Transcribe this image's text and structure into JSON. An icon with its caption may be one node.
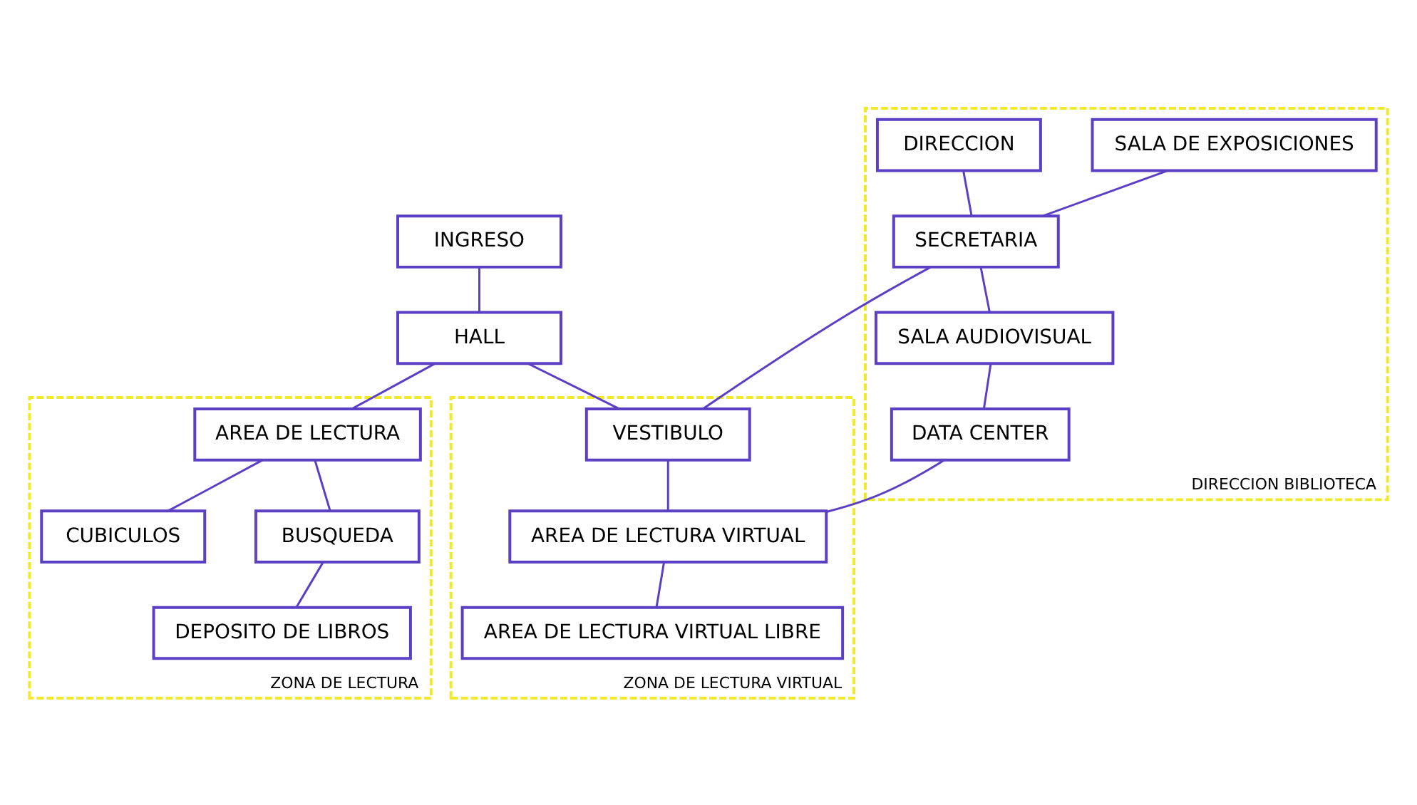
{
  "diagram": {
    "nodes": [
      {
        "text": [
          "INGRESO"
        ]
      },
      {
        "text": [
          "HALL"
        ]
      },
      {
        "text": [
          "DIRECCION BIBLIOTECA"
        ]
      },
      {
        "text": [
          "SALA DE EXPOSICIONES"
        ],
        "in": 2
      },
      {
        "text": [
          "DIRECCION"
        ],
        "in": 2
      },
      {
        "text": [
          "SECRETARIA"
        ],
        "in": 2
      },
      {
        "text": [
          "SALA AUDIOVISUAL"
        ],
        "in": 2
      },
      {
        "text": [
          "DATA CENTER"
        ],
        "in": 2
      },
      {
        "text": [
          "ZONA DE LECTURA VIRTUAL"
        ]
      },
      {
        "text": [
          "VESTIBULO"
        ],
        "in": 8
      },
      {
        "text": [
          "AREA DE LECTURA VIRTUAL"
        ],
        "in": 8
      },
      {
        "text": [
          "AREA DE LECTURA VIRTUAL LIBRE"
        ],
        "in": 8
      },
      {
        "text": [
          "ZONA DE LECTURA"
        ]
      },
      {
        "text": [
          "AREA DE LECTURA"
        ],
        "in": 12
      },
      {
        "text": [
          "CUBICULOS"
        ],
        "in": 12
      },
      {
        "text": [
          "BUSQUEDA"
        ],
        "in": 12
      },
      {
        "text": [
          "DEPOSITO DE LIBROS"
        ],
        "in": 12
      }
    ],
    "edges": [
      {
        "from": 0,
        "to": 1,
        "arrow": "none"
      },
      {
        "from": 1,
        "to": 13,
        "arrow": "none"
      },
      {
        "from": 13,
        "to": 14,
        "arrow": "none"
      },
      {
        "from": 1,
        "to": 9,
        "arrow": "none"
      },
      {
        "from": 13,
        "to": 15,
        "arrow": "none"
      },
      {
        "from": 15,
        "to": 16,
        "arrow": "none"
      },
      {
        "from": 3,
        "to": 5,
        "arrow": "none"
      },
      {
        "from": 4,
        "to": 5,
        "arrow": "none"
      },
      {
        "from": 5,
        "to": 9,
        "arrow": "none"
      },
      {
        "from": 5,
        "to": 6,
        "arrow": "none"
      },
      {
        "from": 6,
        "to": 7,
        "arrow": "none"
      },
      {
        "from": 7,
        "to": 10,
        "arrow": "none"
      },
      {
        "from": 9,
        "to": 10,
        "arrow": "none"
      },
      {
        "from": 10,
        "to": 11,
        "arrow": "none"
      }
    ]
  }
}
